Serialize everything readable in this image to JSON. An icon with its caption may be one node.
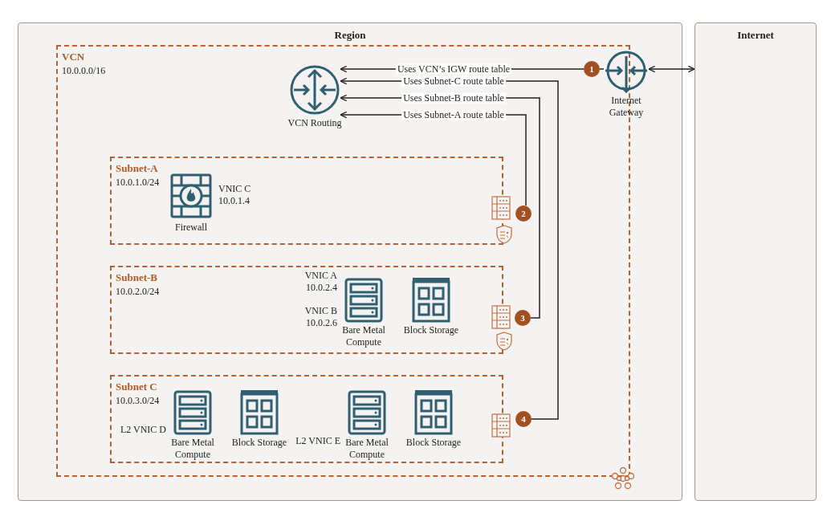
{
  "diagram": {
    "nodes": [
      {
        "text": [
          "Region"
        ]
      },
      {
        "text": [
          "Internet"
        ]
      },
      {
        "text": [
          "VCN",
          "10.0.0.0/16"
        ],
        "in": 0
      },
      {
        "text": [
          "VCN Routing"
        ],
        "in": 2
      },
      {
        "text": [
          "Internet Gateway"
        ],
        "in": 0
      },
      {
        "text": [
          "1"
        ],
        "in": 2
      },
      {
        "text": [
          "Subnet-A",
          "10.0.1.0/24"
        ],
        "in": 2
      },
      {
        "text": [
          "Firewall"
        ],
        "in": 6,
        "beside": [
          "VNIC C 10.0.1.4"
        ]
      },
      {
        "text": [
          "2"
        ],
        "in": 2
      },
      {
        "text": [
          "Subnet-B",
          "10.0.2.0/24"
        ],
        "in": 2
      },
      {
        "text": [
          "Bare Metal Compute"
        ],
        "in": 9,
        "beside": [
          "VNIC A 10.0.2.4",
          "VNIC B 10.0.2.6"
        ]
      },
      {
        "text": [
          "Block Storage"
        ],
        "in": 9
      },
      {
        "text": [
          "3"
        ],
        "in": 2
      },
      {
        "text": [
          "Subnet C",
          "10.0.3.0/24"
        ],
        "in": 2
      },
      {
        "text": [
          "Bare Metal Compute"
        ],
        "in": 13,
        "beside": [
          "L2 VNIC D"
        ]
      },
      {
        "text": [
          "Block Storage"
        ],
        "in": 13
      },
      {
        "text": [
          "Bare Metal Compute"
        ],
        "in": 13,
        "beside": [
          "L2 VNIC E"
        ]
      },
      {
        "text": [
          "Block Storage"
        ],
        "in": 13
      },
      {
        "text": [
          "4"
        ],
        "in": 2
      }
    ],
    "edges": [
      {
        "from": 4,
        "to": 1,
        "arrow": "both"
      },
      {
        "from": 4,
        "to": 5,
        "arrow": "none"
      },
      {
        "from": 5,
        "to": 3,
        "arrow": "to",
        "label": "Uses VCN’s IGW route table"
      },
      {
        "from": 18,
        "to": 3,
        "arrow": "to",
        "label": "Uses Subnet-C route table"
      },
      {
        "from": 12,
        "to": 3,
        "arrow": "to",
        "label": "Uses Subnet-B route table"
      },
      {
        "from": 8,
        "to": 3,
        "arrow": "to",
        "label": "Uses Subnet-A route table"
      }
    ]
  }
}
